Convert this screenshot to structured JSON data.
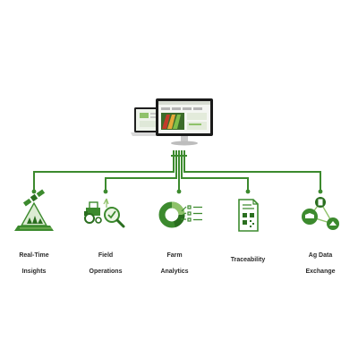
{
  "colors": {
    "primary": "#3c8a2e",
    "dark": "#2a6e1f",
    "light": "#8fc26a"
  },
  "nodes": [
    {
      "id": "real-time-insights",
      "icon": "satellite-field-icon",
      "line1": "Real-Time",
      "line2": "Insights"
    },
    {
      "id": "field-operations",
      "icon": "tractor-magnifier-icon",
      "line1": "Field",
      "line2": "Operations"
    },
    {
      "id": "farm-analytics",
      "icon": "donut-chart-icon",
      "line1": "Farm",
      "line2": "Analytics"
    },
    {
      "id": "traceability",
      "icon": "qr-document-icon",
      "line1": "Traceability",
      "line2": ""
    },
    {
      "id": "ag-data-exchange",
      "icon": "network-exchange-icon",
      "line1": "Ag Data",
      "line2": "Exchange"
    }
  ]
}
